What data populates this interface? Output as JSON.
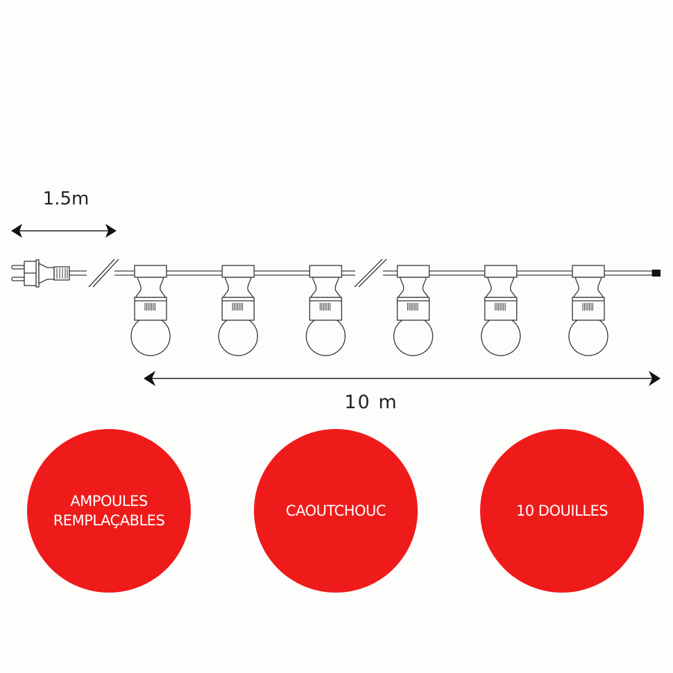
{
  "dimensions": {
    "cord_length": "1.5m",
    "string_length": "10 m"
  },
  "bulb_count_drawn": 6,
  "features": [
    {
      "line1": "AMPOULES",
      "line2": "REMPLAÇABLES"
    },
    {
      "line1": "CAOUTCHOUC",
      "line2": ""
    },
    {
      "line1": "10 DOUILLES",
      "line2": ""
    }
  ],
  "colors": {
    "feature_circle": "#ef1b1b",
    "line": "#222222",
    "background": "#fdfdfb"
  }
}
